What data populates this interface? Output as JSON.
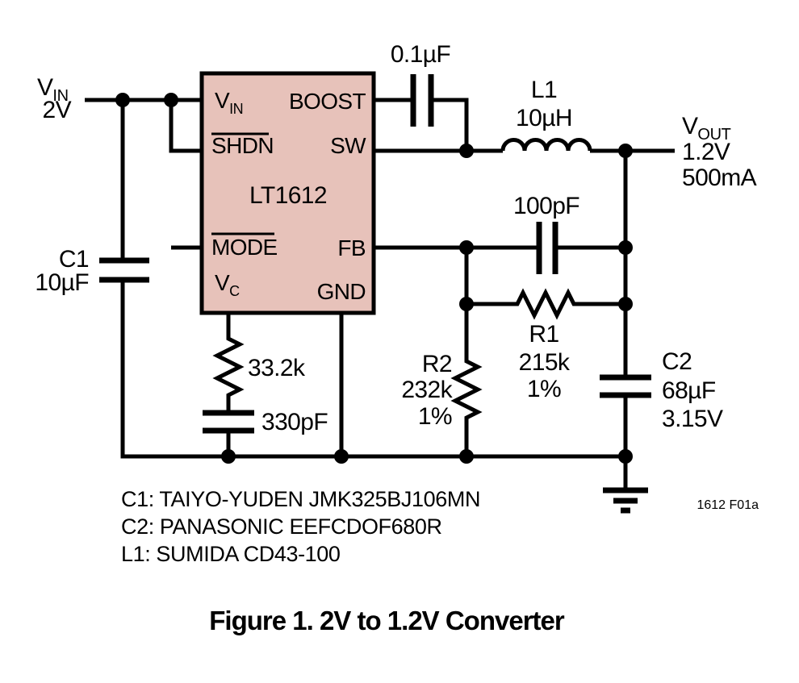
{
  "caption": "Figure 1. 2V to 1.2V Converter",
  "figure_ref": "1612 F01a",
  "colors": {
    "ic_fill": "#e7c2ba",
    "stroke": "#000000",
    "background": "#ffffff"
  },
  "ic": {
    "part": "LT1612",
    "pins": {
      "vin": {
        "sym": "V",
        "sub": "IN"
      },
      "shdn": "SHDN",
      "mode": "MODE",
      "vc": {
        "sym": "V",
        "sub": "C"
      },
      "boost": "BOOST",
      "sw": "SW",
      "fb": "FB",
      "gnd": "GND"
    }
  },
  "signals": {
    "vin": {
      "sym": "V",
      "sub": "IN",
      "voltage": "2V"
    },
    "vout": {
      "sym": "V",
      "sub": "OUT",
      "voltage": "1.2V",
      "current": "500mA"
    }
  },
  "components": {
    "c1": {
      "ref": "C1",
      "value": "10µF"
    },
    "boost_cap": {
      "value": "0.1µF"
    },
    "l1": {
      "ref": "L1",
      "value": "10µH"
    },
    "fb_cap": {
      "value": "100pF"
    },
    "r1": {
      "ref": "R1",
      "value": "215k",
      "tolerance": "1%"
    },
    "r2": {
      "ref": "R2",
      "value": "232k",
      "tolerance": "1%"
    },
    "c2": {
      "ref": "C2",
      "value": "68µF",
      "rating": "3.15V"
    },
    "vc_resistor": {
      "value": "33.2k"
    },
    "vc_cap": {
      "value": "330pF"
    }
  },
  "notes": [
    "C1: TAIYO-YUDEN JMK325BJ106MN",
    "C2: PANASONIC EEFCDOF680R",
    "L1: SUMIDA CD43-100"
  ]
}
